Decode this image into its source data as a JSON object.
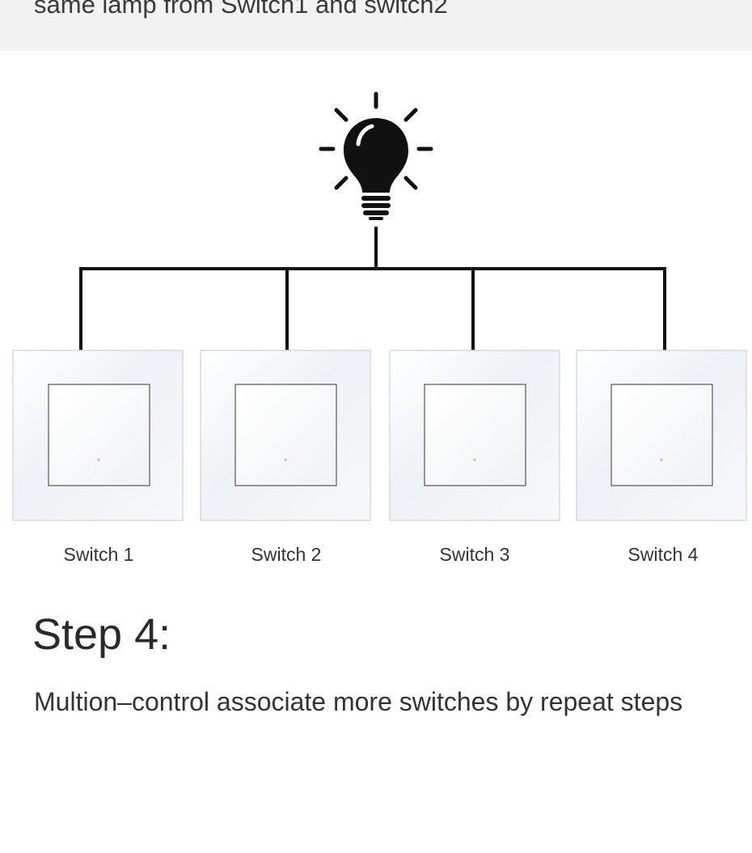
{
  "header": {
    "text": "same lamp from Switch1 and switch2"
  },
  "diagram": {
    "lamp_icon": "light-bulb-icon",
    "switches": [
      {
        "label": "Switch 1"
      },
      {
        "label": "Switch 2"
      },
      {
        "label": "Switch 3"
      },
      {
        "label": "Switch 4"
      }
    ]
  },
  "step": {
    "title": "Step 4:",
    "description": "Multion–control associate more switches by repeat steps"
  },
  "colors": {
    "wire": "#111111",
    "banner_bg": "#f2f2f2",
    "switch_frame": "#f3f5f8",
    "switch_key_border": "#555555"
  }
}
